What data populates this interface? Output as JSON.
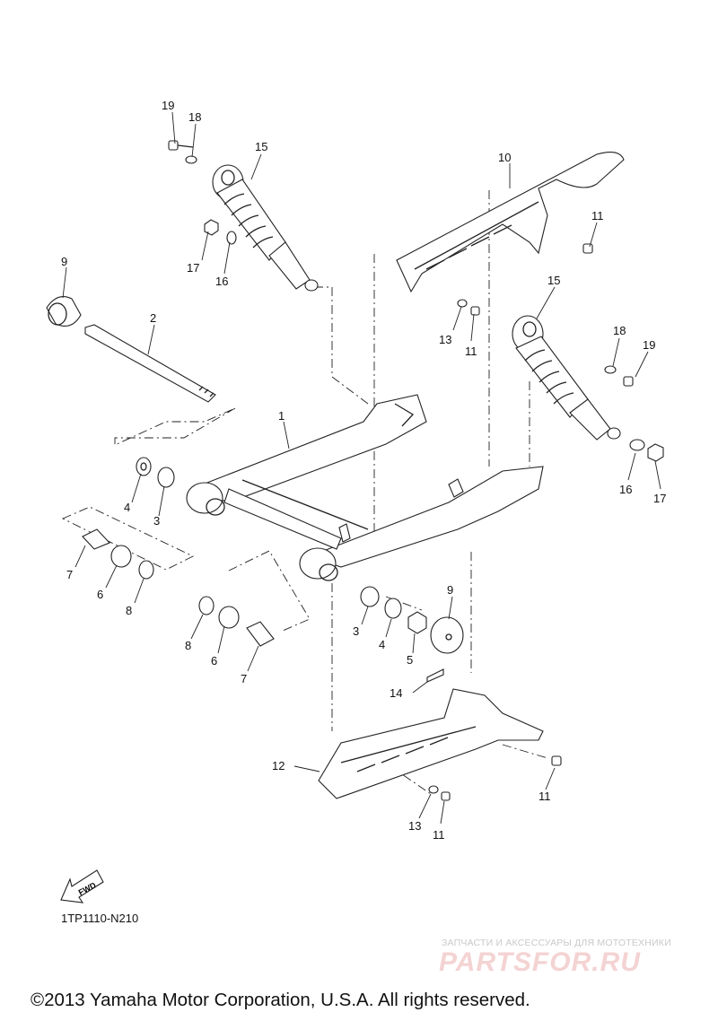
{
  "callouts": {
    "c19a": "19",
    "c18a": "18",
    "c15a": "15",
    "c17a": "17",
    "c16a": "16",
    "c10": "10",
    "c11a": "11",
    "c9a": "9",
    "c2": "2",
    "c13a": "13",
    "c11b": "11",
    "c15b": "15",
    "c18b": "18",
    "c19b": "19",
    "c1": "1",
    "c4a": "4",
    "c3a": "3",
    "c16b": "16",
    "c17b": "17",
    "c7a": "7",
    "c6a": "6",
    "c8a": "8",
    "c9b": "9",
    "c3b": "3",
    "c4b": "4",
    "c5": "5",
    "c8b": "8",
    "c6b": "6",
    "c7b": "7",
    "c14": "14",
    "c12": "12",
    "c11c": "11",
    "c13b": "13",
    "c11d": "11"
  },
  "fwd_label": "FWD",
  "diagram_code": "1TP1110-N210",
  "watermark": {
    "tagline": "ЗАПЧАСТИ И АКСЕССУАРЫ ДЛЯ МОТОТЕХНИКИ",
    "logo": "PARTSFOR.RU"
  },
  "copyright": "©2013 Yamaha Motor Corporation, U.S.A. All rights reserved."
}
